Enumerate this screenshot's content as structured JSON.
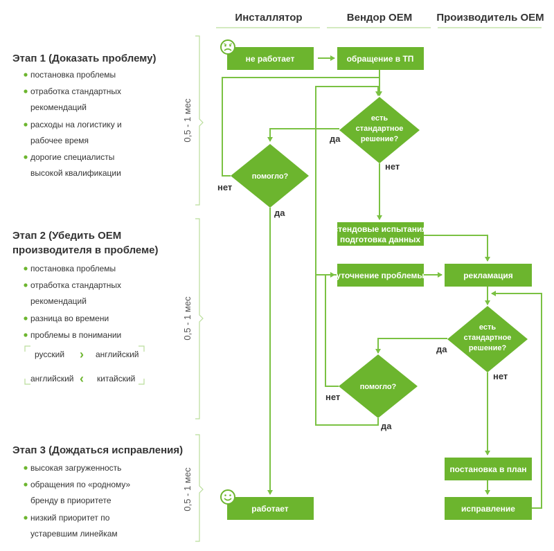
{
  "columns": [
    "Инсталлятор",
    "Вендор OEM",
    "Производитель OEM"
  ],
  "stages": [
    {
      "title_lines": [
        "Этап 1 (Доказать проблему)"
      ],
      "bullets": [
        [
          "постановка проблемы"
        ],
        [
          "отработка стандартных",
          "рекомендаций"
        ],
        [
          "расходы на логистику и",
          "рабочее время"
        ],
        [
          "дорогие специалисты",
          "высокой квалификации"
        ]
      ],
      "duration": "0,5 - 1 мес"
    },
    {
      "title_lines": [
        "Этап 2 (Убедить OEM",
        "производителя в проблеме)"
      ],
      "bullets": [
        [
          "постановка проблемы"
        ],
        [
          "отработка стандартных",
          "рекомендаций"
        ],
        [
          "разница во времени"
        ],
        [
          "проблемы в понимании"
        ]
      ],
      "languages": [
        {
          "from": "русский",
          "arrow": "›",
          "to": "английский"
        },
        {
          "from": "английский",
          "arrow": "‹",
          "to": "китайский"
        }
      ],
      "duration": "0,5 - 1 мес"
    },
    {
      "title_lines": [
        "Этап 3 (Дождаться исправления)"
      ],
      "bullets": [
        [
          "высокая загруженность"
        ],
        [
          "обращения по «родному»",
          "бренду в приоритете"
        ],
        [
          "низкий приоритет по",
          "устаревшим линейкам"
        ]
      ],
      "duration": "0,5 - 1 мес"
    }
  ],
  "nodes": {
    "not_working": "не работает",
    "support_request": "обращение в ТП",
    "std_solution_1": [
      "есть",
      "стандартное",
      "решение?"
    ],
    "helped_1": "помогло?",
    "bench_test": [
      "стендовые испытания",
      "подготовка данных"
    ],
    "clarify": "уточнение проблемы",
    "claim": "рекламация",
    "std_solution_2": [
      "есть",
      "стандартное",
      "решение?"
    ],
    "helped_2": "помогло?",
    "plan": "постановка в план",
    "fix": "исправление",
    "working": "работает"
  },
  "labels": {
    "yes": "да",
    "no": "нет"
  },
  "icons": {
    "sad": "sad-face-icon",
    "happy": "happy-face-icon"
  },
  "colors": {
    "green": "#6cb52e",
    "line": "#7ac142",
    "light_line": "#b9dd9a",
    "bullet": "#6cb52e",
    "text": "#333333"
  }
}
